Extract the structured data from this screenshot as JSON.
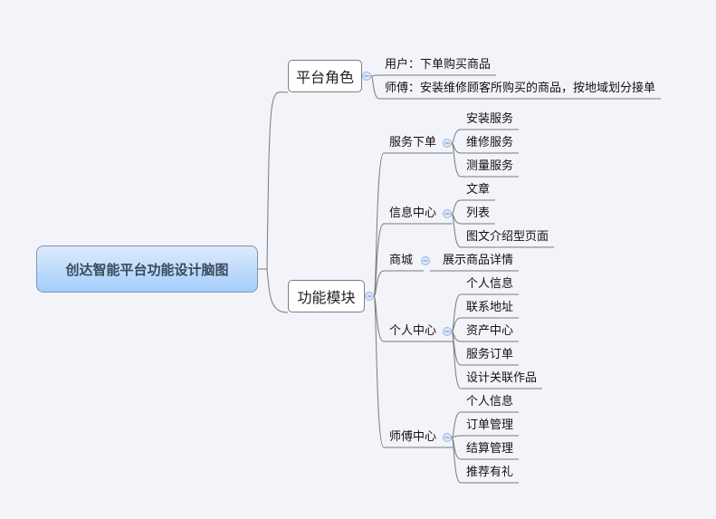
{
  "root": {
    "title": "创达智能平台功能设计脑图"
  },
  "branches": [
    {
      "label": "平台角色",
      "children": [
        {
          "label": "用户：下单购买商品"
        },
        {
          "label": "师傅：安装维修顾客所购买的商品，按地域划分接单"
        }
      ]
    },
    {
      "label": "功能模块",
      "children": [
        {
          "label": "服务下单",
          "children": [
            {
              "label": "安装服务"
            },
            {
              "label": "维修服务"
            },
            {
              "label": "测量服务"
            }
          ]
        },
        {
          "label": "信息中心",
          "children": [
            {
              "label": "文章"
            },
            {
              "label": "列表"
            },
            {
              "label": "图文介绍型页面"
            }
          ]
        },
        {
          "label": "商城",
          "children": [
            {
              "label": "展示商品详情"
            }
          ]
        },
        {
          "label": "个人中心",
          "children": [
            {
              "label": "个人信息"
            },
            {
              "label": "联系地址"
            },
            {
              "label": "资产中心"
            },
            {
              "label": "服务订单"
            },
            {
              "label": "设计关联作品"
            }
          ]
        },
        {
          "label": "师傅中心",
          "children": [
            {
              "label": "个人信息"
            },
            {
              "label": "订单管理"
            },
            {
              "label": "结算管理"
            },
            {
              "label": "推荐有礼"
            }
          ]
        }
      ]
    }
  ],
  "colors": {
    "line": "#7a7a7a",
    "collapse_fill": "#dbe7f8",
    "collapse_stroke": "#9db6e2"
  }
}
